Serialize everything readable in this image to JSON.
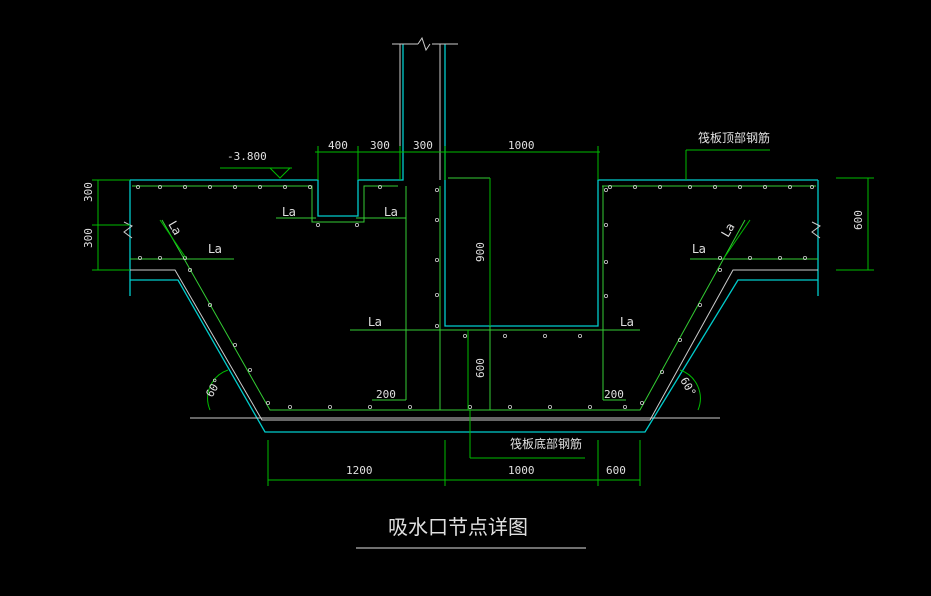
{
  "drawing": {
    "title": "吸水口节点详图",
    "elevation": "-3.800",
    "notes": {
      "top_rebar": "筏板顶部钢筋",
      "bottom_rebar": "筏板底部钢筋"
    },
    "dims_top": [
      "400",
      "300",
      "300",
      "1000"
    ],
    "dims_left": [
      "300",
      "300"
    ],
    "dim_right": "600",
    "dim_900": "900",
    "dim_600_mid": "600",
    "dims_bottom": [
      "1200",
      "1000",
      "600"
    ],
    "dim_200": "200",
    "angle": "60°",
    "anchor_label": "La"
  },
  "colors": {
    "background": "#000000",
    "concrete": "#00cccc",
    "rebar": "#33cc33",
    "dimension": "#00bb00",
    "text": "#e0e0e0",
    "outline": "#cccccc"
  }
}
